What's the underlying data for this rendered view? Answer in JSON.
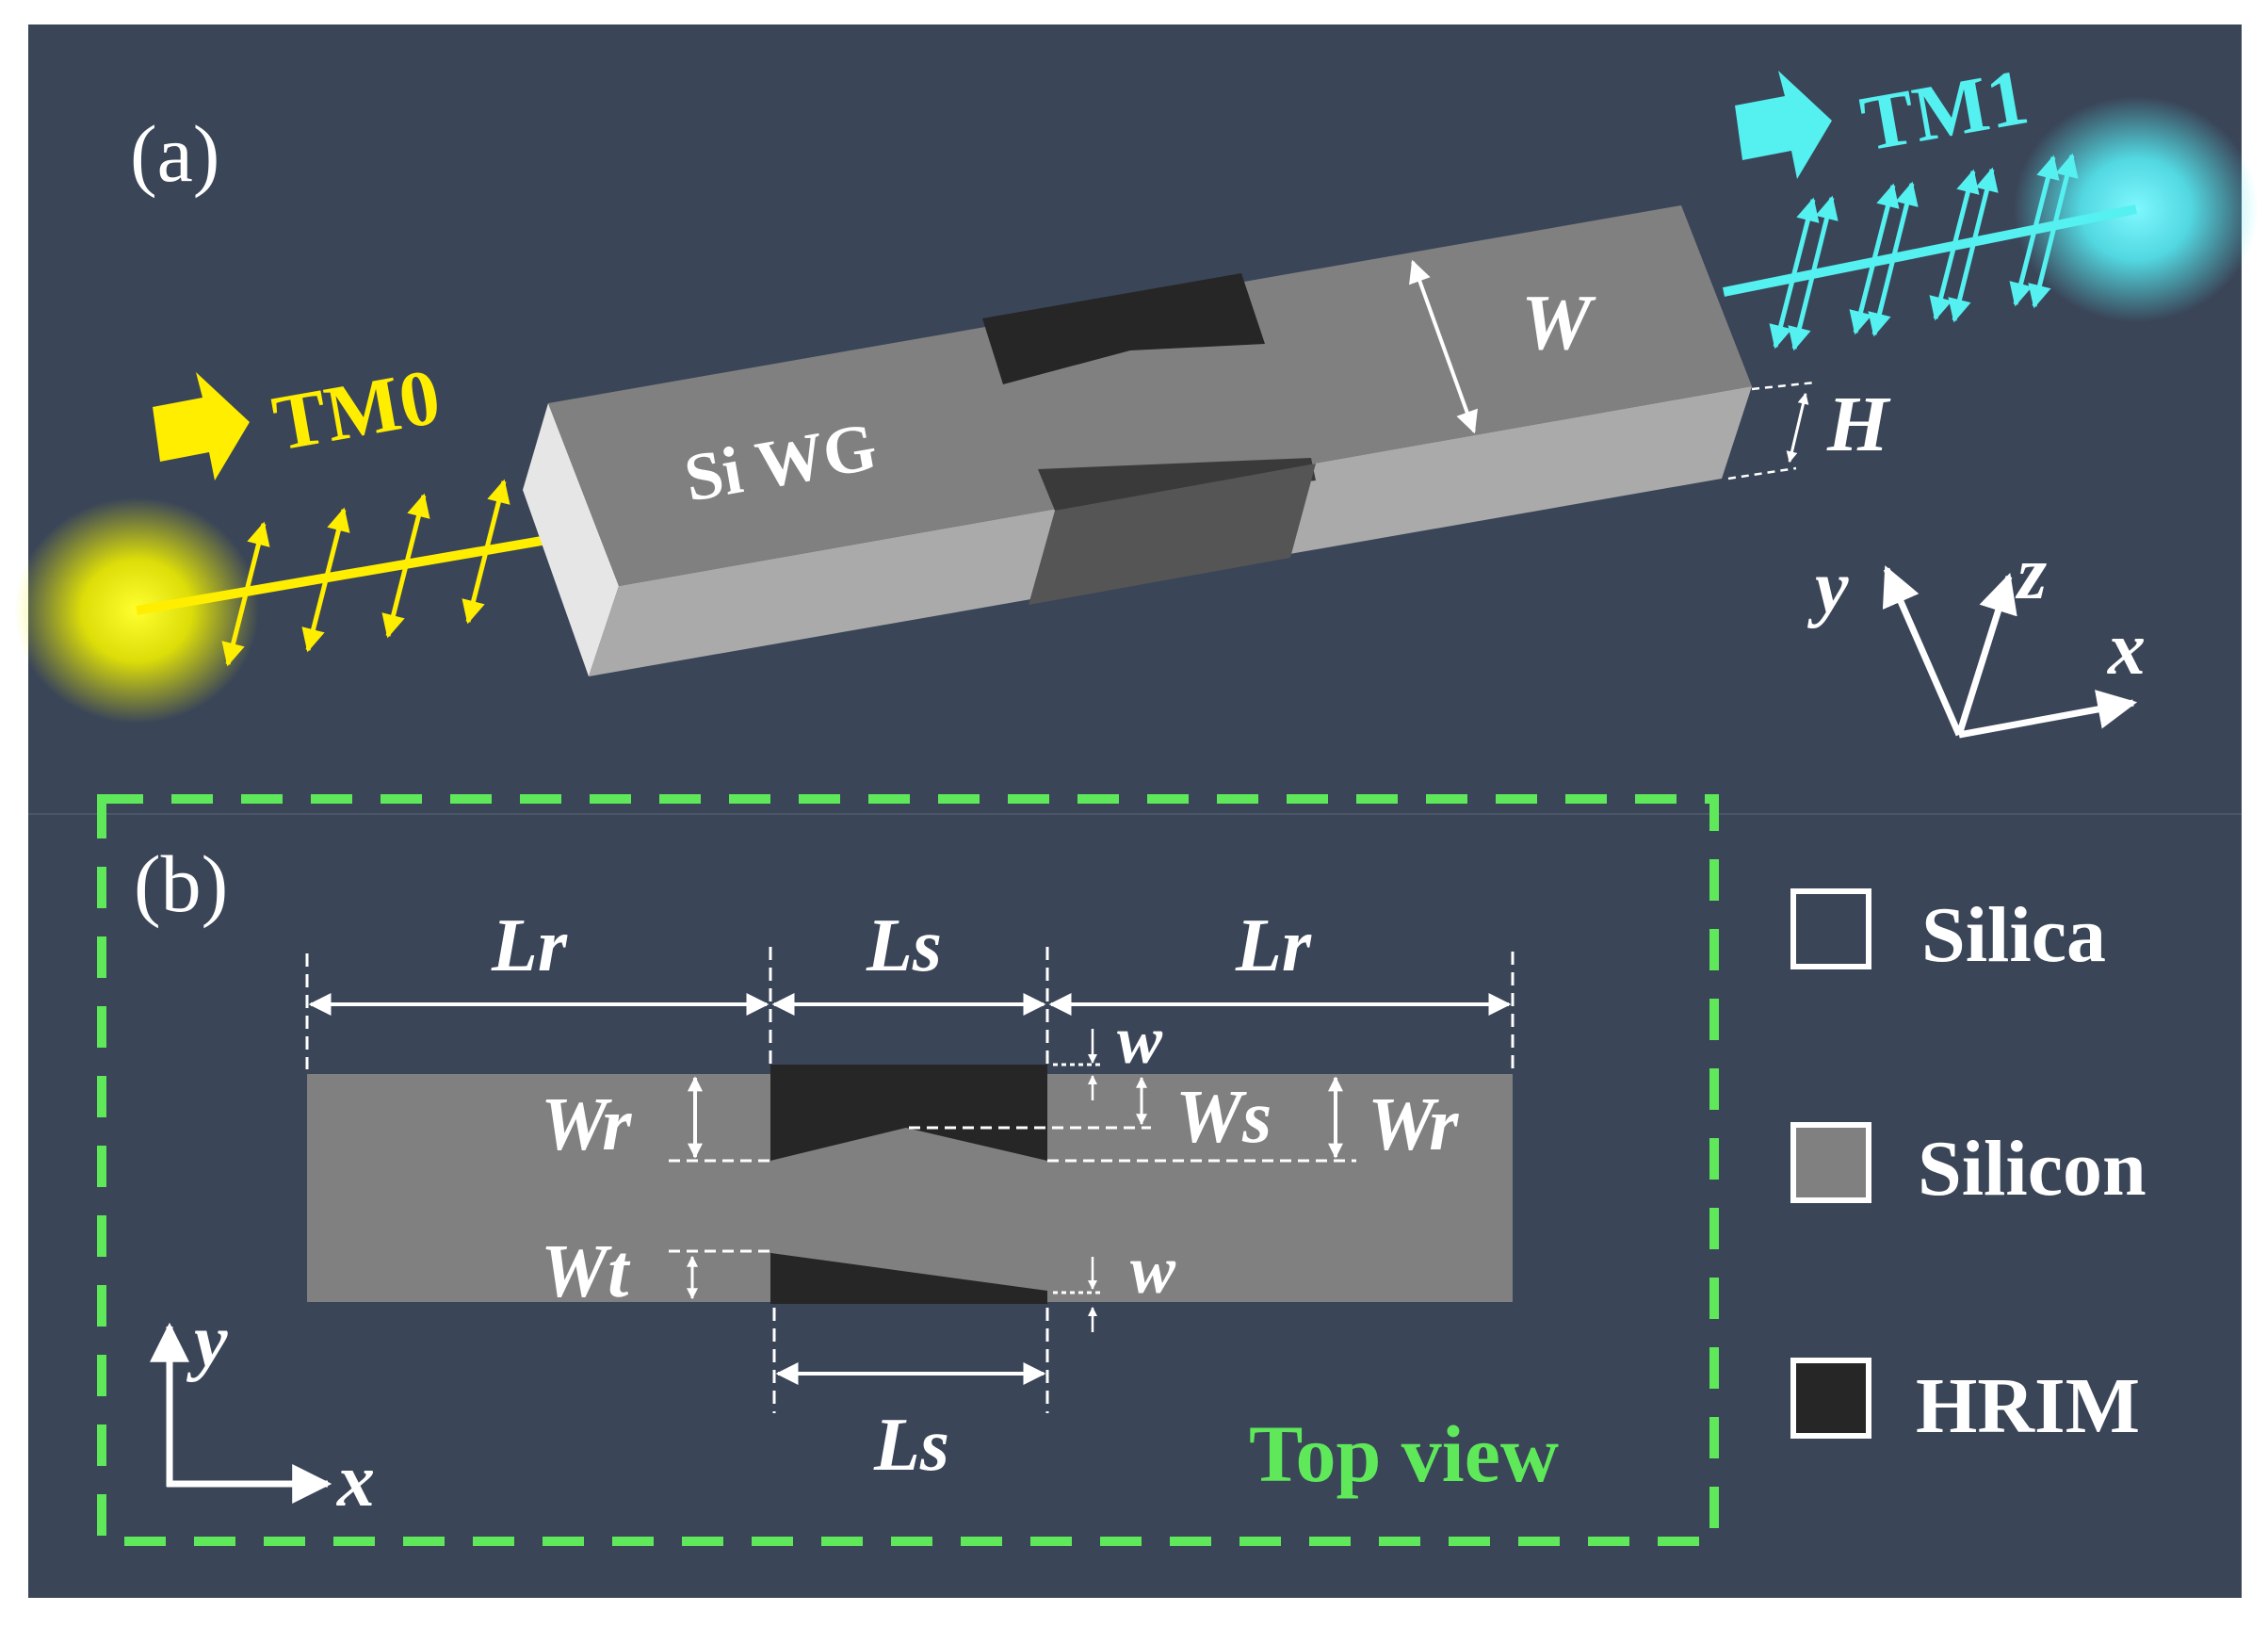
{
  "panel_a": {
    "label": "(a)",
    "input_mode": "TM0",
    "output_mode": "TM1",
    "waveguide_label": "Si WG",
    "dim_width": "W",
    "dim_height": "H",
    "axis_y": "y",
    "axis_z": "z",
    "axis_x": "x"
  },
  "panel_b": {
    "label": "(b)",
    "dim_lr_left": "Lr",
    "dim_ls_top": "Ls",
    "dim_lr_right": "Lr",
    "dim_w_top": "w",
    "dim_wr_left": "Wr",
    "dim_ws": "Ws",
    "dim_wr_right": "Wr",
    "dim_wt": "Wt",
    "dim_w_bottom": "w",
    "dim_ls_bottom": "Ls",
    "axis_y": "y",
    "axis_x": "x",
    "view_label": "Top view"
  },
  "legend": {
    "items": [
      {
        "label": "Silica",
        "color": "#3a4558"
      },
      {
        "label": "Silicon",
        "color": "#808080"
      },
      {
        "label": "HRIM",
        "color": "#262626"
      }
    ]
  },
  "colors": {
    "background": "#3a4558",
    "silicon_top": "#808080",
    "silicon_side": "#aaaaaa",
    "silicon_end": "#e6e6e6",
    "hrim": "#262626",
    "tm0": "#ffee00",
    "tm1": "#55f0f0",
    "dashed_frame": "#5ee85a"
  }
}
